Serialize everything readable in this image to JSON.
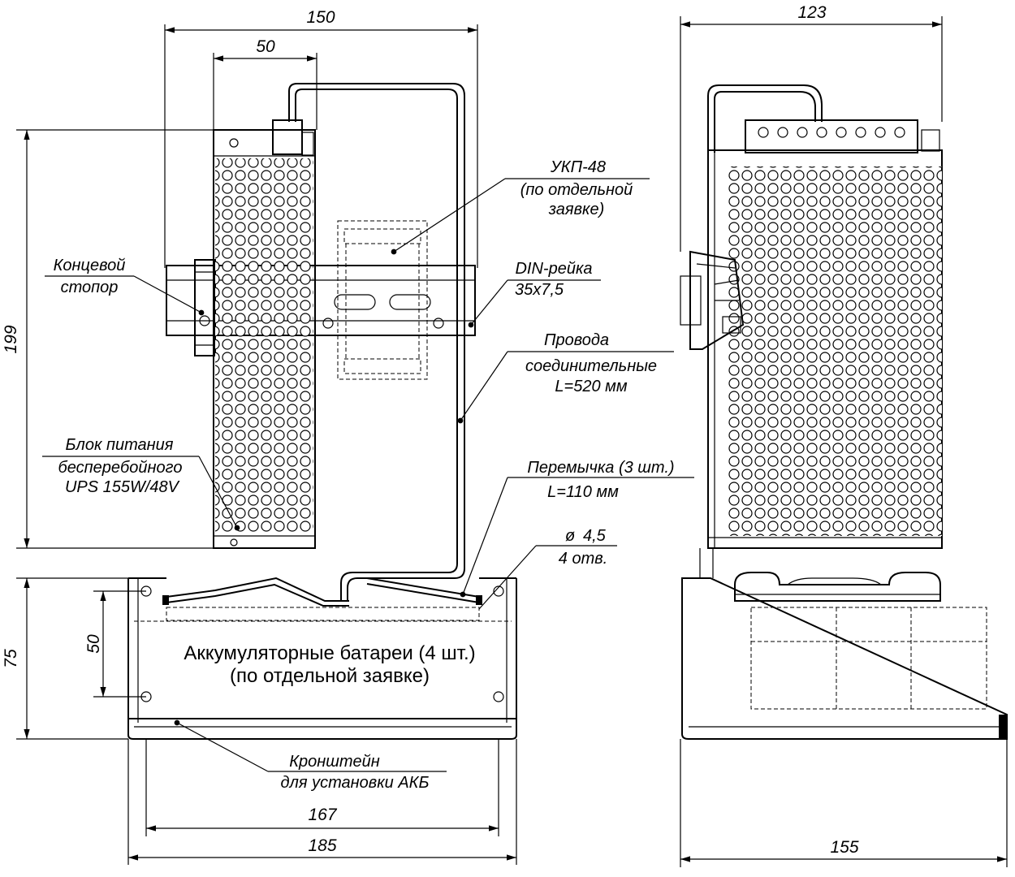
{
  "dimensions": {
    "width_150": "150",
    "width_50": "50",
    "height_199": "199",
    "height_75": "75",
    "hole_spacing_50": "50",
    "width_167": "167",
    "width_185": "185",
    "side_width_123": "123",
    "side_width_155": "155"
  },
  "labels": {
    "ukp_line1": "УКП-48",
    "ukp_line2": "(по отдельной",
    "ukp_line3": "заявке)",
    "end_stop_line1": "Концевой",
    "end_stop_line2": "стопор",
    "din_line1": "DIN-рейка",
    "din_line2": "35x7,5",
    "wires_line1": "Провода",
    "wires_line2": "соединительные",
    "wires_line3": "L=520 мм",
    "psu_line1": "Блок питания",
    "psu_line2": "бесперебойного",
    "psu_line3": "UPS 155W/48V",
    "jumper_line1": "Перемычка (3 шт.)",
    "jumper_line2": "L=110 мм",
    "hole_line1": "4,5",
    "hole_line2": "4 отв.",
    "battery_line1": "Аккумуляторные батареи (4 шт.)",
    "battery_line2": "(по отдельной заявке)",
    "bracket_line1": "Кронштейн",
    "bracket_line2": "для установки АКБ"
  }
}
